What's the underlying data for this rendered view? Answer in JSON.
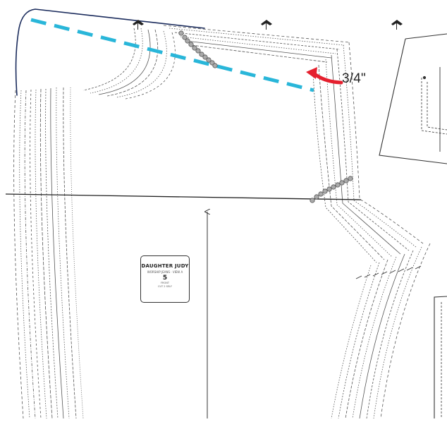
{
  "annotation": {
    "measurement_label": "3/4\"",
    "highlight_color": "#29b6d9",
    "arrow_color": "#e5202e",
    "sketch_color": "#1a2b5c"
  },
  "pattern_piece": {
    "title": "DAUGHTER JUDY",
    "subtitle": "WORSHIP JEANS · VIEW A",
    "piece_number": "5",
    "piece_line1": "FRONT",
    "piece_line2": "CUT 2 SELF"
  },
  "markers": [
    "star-notch",
    "star-notch",
    "star-notch"
  ],
  "grainline": "grain-arrow"
}
